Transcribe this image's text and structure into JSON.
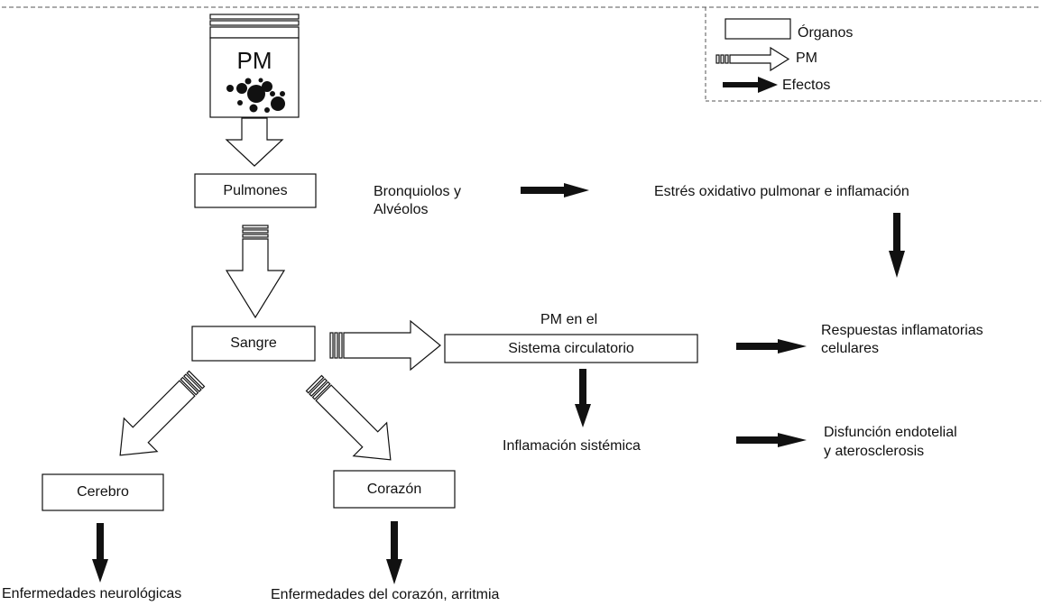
{
  "legend": {
    "organs_label": "Órganos",
    "pm_label": "PM",
    "effects_label": "Efectos"
  },
  "nodes": {
    "pm_title": "PM",
    "lungs": "Pulmones",
    "blood": "Sangre",
    "brain": "Cerebro",
    "heart": "Corazón",
    "circulatory_system": "Sistema circulatorio"
  },
  "labels": {
    "bronchioles_line1": "Bronquiolos y",
    "bronchioles_line2": "Alvéolos",
    "oxidative_stress": "Estrés oxidativo pulmonar e inflamación",
    "pm_in_the": "PM en el",
    "cellular_responses_line1": "Respuestas inflamatorias",
    "cellular_responses_line2": "celulares",
    "systemic_inflammation": "Inflamación sistémica",
    "endothelial_line1": "Disfunción endotelial",
    "endothelial_line2": "y aterosclerosis",
    "neurological_diseases": "Enfermedades neurológicas",
    "heart_diseases": "Enfermedades del corazón, arritmia"
  },
  "colors": {
    "stroke": "#111111",
    "background": "#ffffff"
  }
}
